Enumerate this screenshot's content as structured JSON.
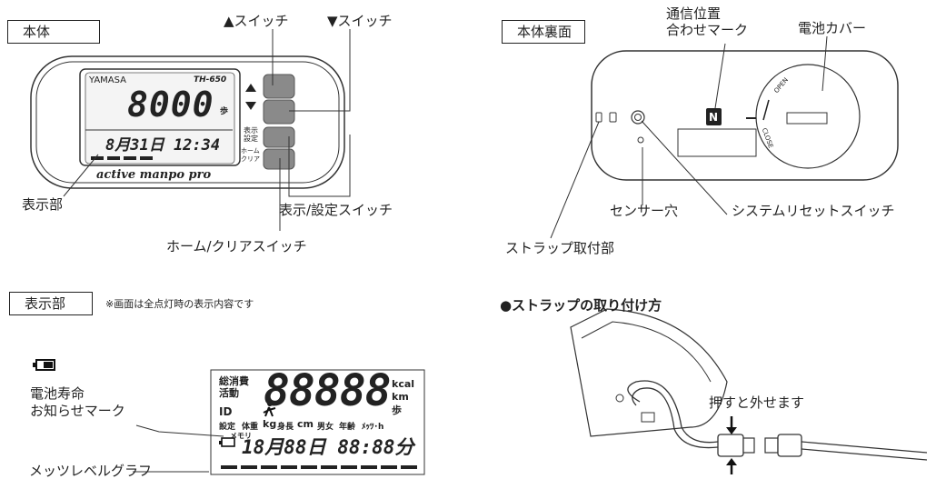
{
  "front": {
    "title": "本体",
    "brand": "YAMASA",
    "model": "TH-650",
    "steps_value": "8000",
    "steps_unit": "歩",
    "date_text": "8月31日 12:34",
    "product_name": "active manpo pro",
    "side_label_1": "表示\n設定",
    "side_label_2": "ホーム\nクリア",
    "label_display": "表示部",
    "label_up_switch": "▲スイッチ",
    "label_down_switch": "▼スイッチ",
    "label_display_set_switch": "表示/設定スイッチ",
    "label_home_clear_switch": "ホーム/クリアスイッチ"
  },
  "back": {
    "title": "本体裏面",
    "label_comm_mark": "通信位置\n合わせマーク",
    "label_battery_cover": "電池カバー",
    "label_sensor_hole": "センサー穴",
    "label_reset_switch": "システムリセットスイッチ",
    "label_strap_part": "ストラップ取付部",
    "cover_open": "OPEN",
    "cover_close": "CLOSE"
  },
  "display_section": {
    "title": "表示部",
    "note": "※画面は全点灯時の表示内容です",
    "label_battery_mark": "電池寿命\nお知らせマーク",
    "label_mets_graph": "メッツレベルグラフ",
    "lcd_left_top": "総消費",
    "lcd_left_mid": "活動",
    "lcd_left_id": "ID",
    "lcd_digits": "88888",
    "lcd_units": [
      "kcal",
      "km",
      "歩"
    ],
    "lcd_row_labels": [
      "設定",
      "体重",
      "kg",
      "身長",
      "cm",
      "男女",
      "年齢",
      "ﾒｯﾂ･h"
    ],
    "lcd_memory": "メモリ",
    "lcd_bottom": "18月88日 88:88分"
  },
  "strap_section": {
    "title": "●ストラップの取り付け方",
    "label_push": "押すと外せます"
  }
}
